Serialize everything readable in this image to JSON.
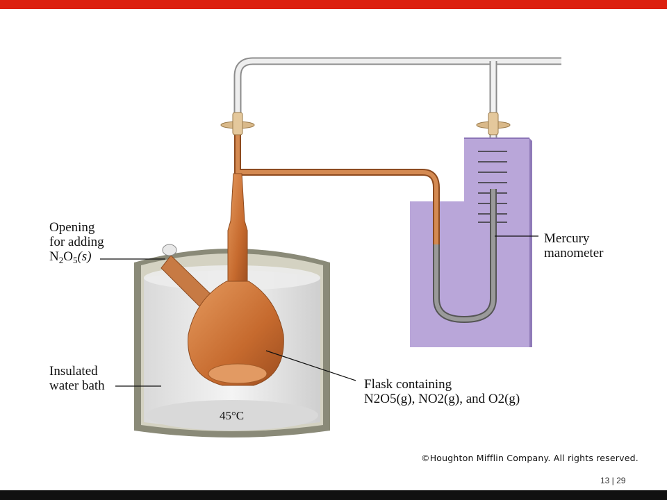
{
  "labels": {
    "opening": {
      "line1": "Opening",
      "line2": "for adding",
      "formula_prefix": "N",
      "sub1": "2",
      "mid": "O",
      "sub2": "5",
      "state": "(s)"
    },
    "manometer": {
      "line1": "Mercury",
      "line2": "manometer"
    },
    "water_bath": {
      "line1": "Insulated",
      "line2": "water bath"
    },
    "flask": {
      "line1": "Flask containing",
      "line2": "N2O5(g), NO2(g), and O2(g)"
    },
    "temperature": "45°C"
  },
  "footer": {
    "copyright": "©Houghton Mifflin Company. All rights reserved.",
    "page": "13 | 29"
  },
  "colors": {
    "top_bar": "#dc1f0e",
    "bottom_bar": "#111111",
    "gas": "#c8703a",
    "manometer_board": "#b9a6d9",
    "mercury": "#6e6e6e"
  }
}
